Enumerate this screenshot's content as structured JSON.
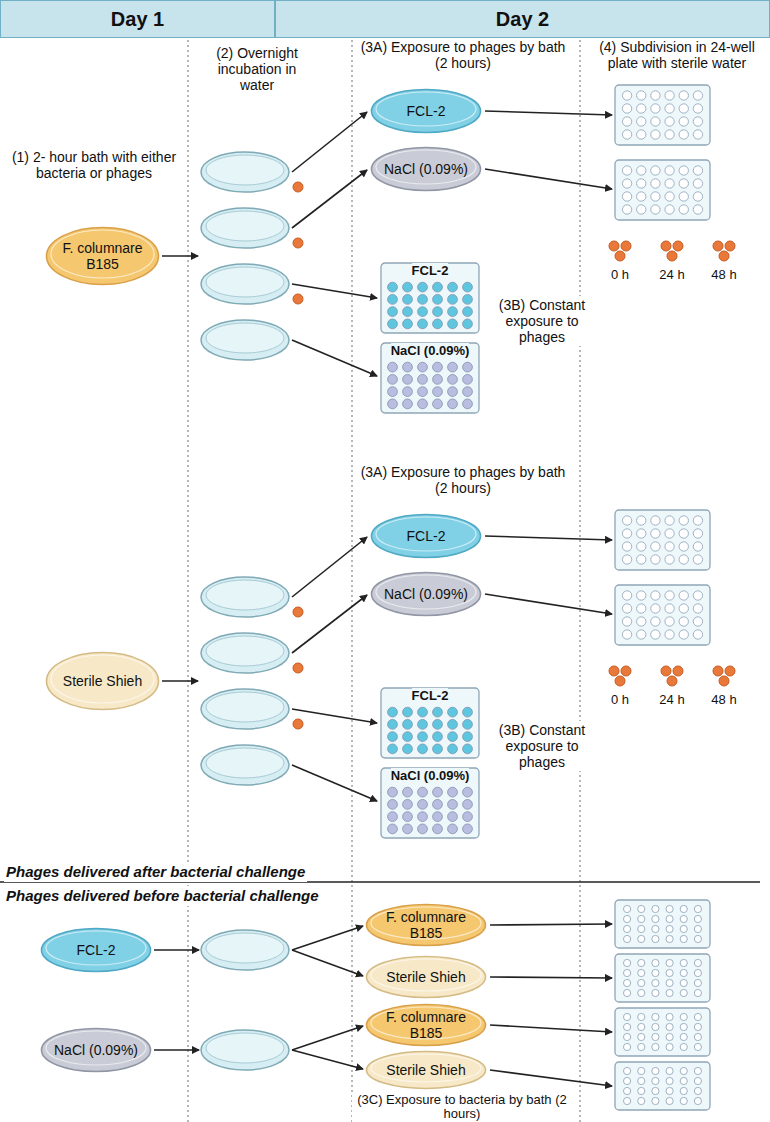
{
  "diagram": {
    "nodes": [
      {
        "text": [
          "Day 1"
        ]
      },
      {
        "text": [
          "Day 2"
        ]
      },
      {
        "text": [
          "F. columnare B185"
        ]
      },
      {
        "text": [
          "FCL-2"
        ]
      },
      {
        "text": [
          "NaCl (0.09%)"
        ]
      },
      {
        "text": [
          "FCL-2"
        ]
      },
      {
        "text": [
          "NaCl (0.09%)"
        ]
      },
      {
        "text": [
          "Sterile Shieh"
        ]
      },
      {
        "text": [
          "FCL-2"
        ]
      },
      {
        "text": [
          "NaCl (0.09%)"
        ]
      },
      {
        "text": [
          "FCL-2"
        ]
      },
      {
        "text": [
          "NaCl (0.09%)"
        ]
      },
      {
        "text": [
          "FCL-2"
        ]
      },
      {
        "text": [
          "F. columnare B185"
        ]
      },
      {
        "text": [
          "Sterile Shieh"
        ]
      },
      {
        "text": [
          "NaCl (0.09%)"
        ]
      },
      {
        "text": [
          "F. columnare B185"
        ]
      },
      {
        "text": [
          "Sterile Shieh"
        ]
      }
    ],
    "labels": [
      "(1) 2- hour bath with either bacteria or phages",
      "(2) Overnight incubation in water",
      "(3A) Exposure to phages by bath (2 hours)",
      "(4) Subdivision in 24-well plate with sterile water",
      "0 h",
      "24 h",
      "48 h",
      "(3B) Constant exposure to phages",
      "(3A) Exposure to phages by bath (2 hours)",
      "0 h",
      "24 h",
      "48 h",
      "(3B) Constant exposure to phages",
      "Phages delivered after bacterial challenge",
      "Phages delivered before bacterial challenge",
      "(3C) Exposure to bacteria by bath (2 hours)"
    ]
  }
}
